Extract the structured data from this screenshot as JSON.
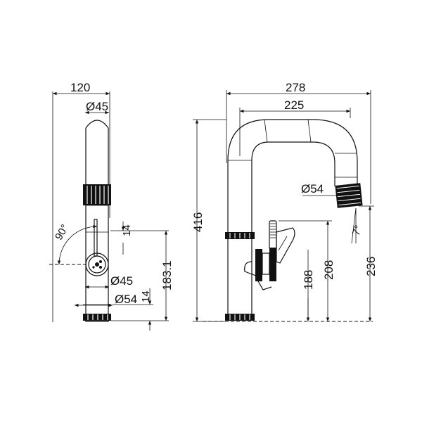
{
  "dimensions": {
    "side_width": "120",
    "side_diameter_top": "Ø45",
    "angle": "90°",
    "side_offset_14a": "14",
    "side_height": "183.1",
    "side_diameter_base": "Ø45",
    "side_diameter_foot": "Ø54",
    "side_offset_14b": "14",
    "front_total_width": "278",
    "front_reach": "225",
    "front_total_height": "416",
    "spout_diameter": "Ø54",
    "spout_angle": "7°",
    "front_height_188": "188",
    "front_height_208": "208",
    "front_height_236": "236"
  }
}
